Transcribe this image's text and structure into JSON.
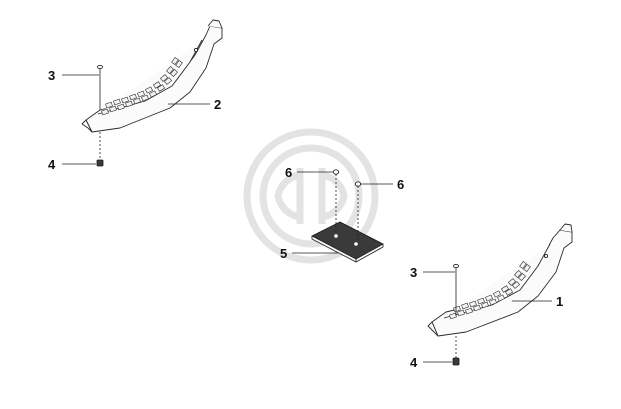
{
  "callouts": {
    "c1": "1",
    "c2": "2",
    "c3_left": "3",
    "c3_right": "3",
    "c4_left": "4",
    "c4_right": "4",
    "c5": "5",
    "c6_left": "6",
    "c6_right": "6"
  },
  "colors": {
    "line": "#2a2a2a",
    "pad_fill": "#3a3a3a",
    "watermark": "#e3e3e3"
  },
  "icons": {
    "watermark": "logo-watermark-icon",
    "screw": "screw-icon",
    "nut": "nut-icon"
  }
}
